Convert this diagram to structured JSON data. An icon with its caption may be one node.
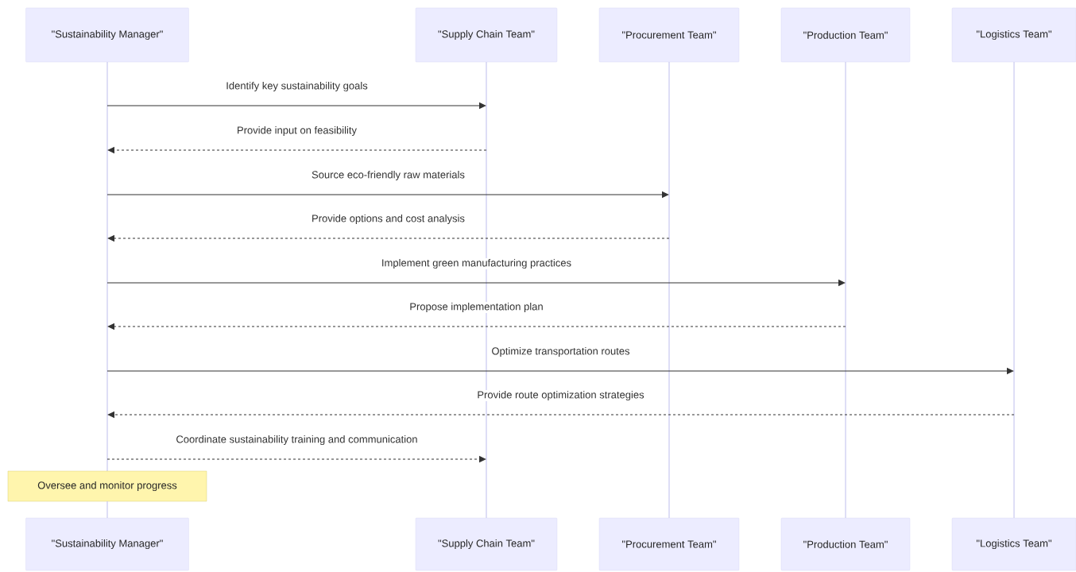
{
  "diagram": {
    "nodes": [
      {
        "text": [
          "\"Sustainability Manager\""
        ]
      },
      {
        "text": [
          "\"Supply Chain Team\""
        ]
      },
      {
        "text": [
          "\"Procurement Team\""
        ]
      },
      {
        "text": [
          "\"Production Team\""
        ]
      },
      {
        "text": [
          "\"Logistics Team\""
        ]
      },
      {
        "text": [
          "\"Sustainability Manager\""
        ]
      },
      {
        "text": [
          "\"Supply Chain Team\""
        ]
      },
      {
        "text": [
          "\"Procurement Team\""
        ]
      },
      {
        "text": [
          "\"Production Team\""
        ]
      },
      {
        "text": [
          "\"Logistics Team\""
        ]
      },
      {
        "text": [
          "Oversee and monitor progress"
        ]
      },
      {
        "text": [],
        "shape": "bar"
      },
      {
        "text": [],
        "shape": "bar"
      },
      {
        "text": [],
        "shape": "bar"
      },
      {
        "text": [],
        "shape": "bar"
      },
      {
        "text": [],
        "shape": "bar"
      }
    ],
    "edges": [
      {
        "from": 11,
        "to": 12,
        "arrow": "to",
        "label": "Identify key sustainability goals"
      },
      {
        "from": 12,
        "to": 11,
        "arrow": "to",
        "label": "Provide input on feasibility",
        "style": "dashed"
      },
      {
        "from": 11,
        "to": 13,
        "arrow": "to",
        "label": "Source eco-friendly raw materials"
      },
      {
        "from": 13,
        "to": 11,
        "arrow": "to",
        "label": "Provide options and cost analysis",
        "style": "dashed"
      },
      {
        "from": 11,
        "to": 14,
        "arrow": "to",
        "label": "Implement green manufacturing practices"
      },
      {
        "from": 14,
        "to": 11,
        "arrow": "to",
        "label": "Propose implementation plan",
        "style": "dashed"
      },
      {
        "from": 11,
        "to": 15,
        "arrow": "to",
        "label": "Optimize transportation routes"
      },
      {
        "from": 15,
        "to": 11,
        "arrow": "to",
        "label": "Provide route optimization strategies",
        "style": "dashed"
      },
      {
        "from": 11,
        "to": 12,
        "arrow": "to",
        "label": "Coordinate sustainability training and communication",
        "style": "dashed"
      }
    ]
  }
}
